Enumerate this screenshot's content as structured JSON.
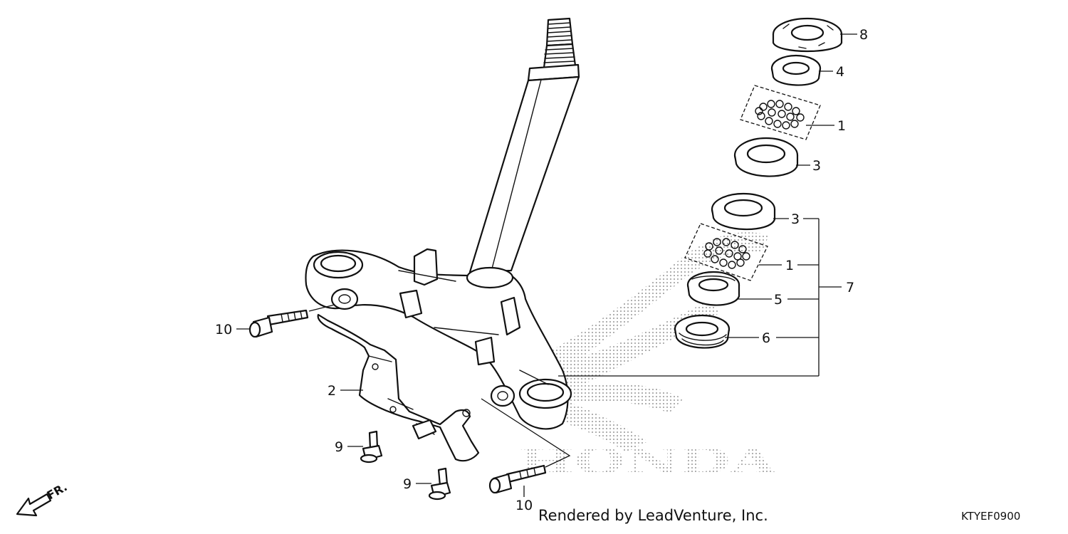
{
  "callouts": {
    "c8": "8",
    "c4": "4",
    "c1_upper": "1",
    "c3_upper": "3",
    "c3_lower": "3",
    "c1_lower": "1",
    "c7": "7",
    "c5": "5",
    "c6": "6",
    "c10_left": "10",
    "c2": "2",
    "c9_upper": "9",
    "c9_lower": "9",
    "c10_bottom": "10"
  },
  "watermark": {
    "brand": "HONDA"
  },
  "footer": {
    "credit": "Rendered by LeadVenture, Inc.",
    "diagram_code": "KTYEF0900"
  },
  "direction_marker": {
    "label": "FR."
  },
  "colors": {
    "line": "#111111",
    "background": "#ffffff",
    "watermark": "#9a9a9a"
  }
}
